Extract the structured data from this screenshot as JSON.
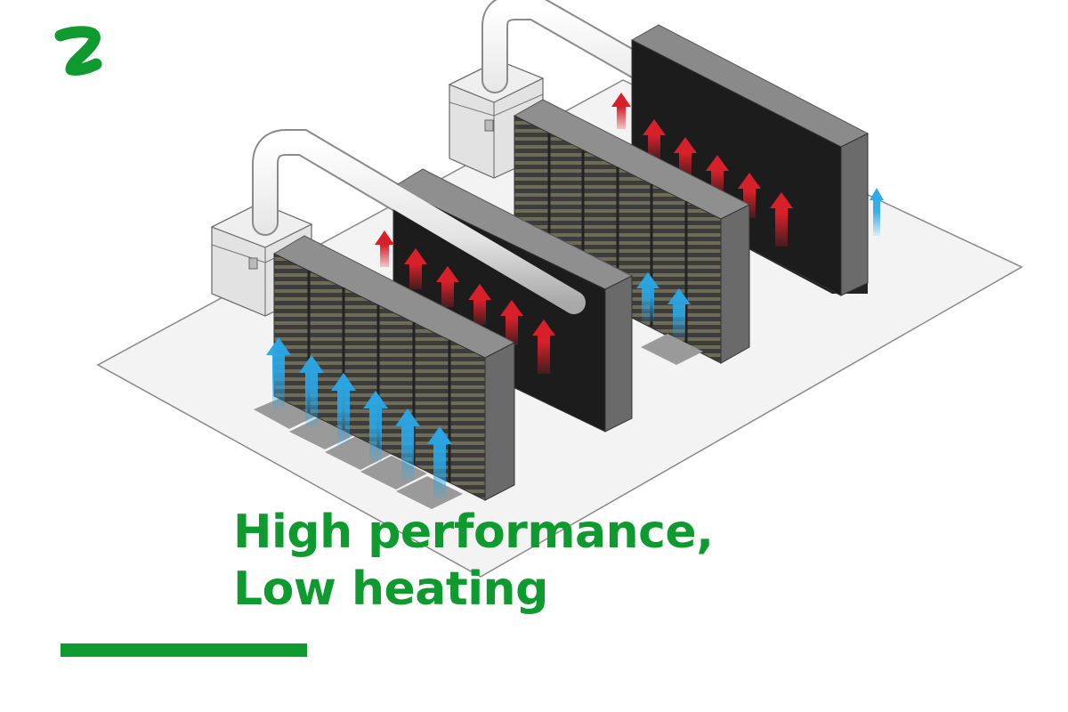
{
  "brand": {
    "logo_letter": "z",
    "accent_color": "#0e9a2e"
  },
  "headline": {
    "line1": "High performance,",
    "line2": "Low heating"
  },
  "illustration": {
    "subject": "isometric data center with hot-aisle containment",
    "rows_of_racks": 4,
    "racks_per_row": 6,
    "cooling_units": 2,
    "cold_air_color": "#2aa7e6",
    "hot_air_color": "#d8202a",
    "rack_color": "#5c5c5c",
    "floor_color": "#f3f3f3"
  }
}
